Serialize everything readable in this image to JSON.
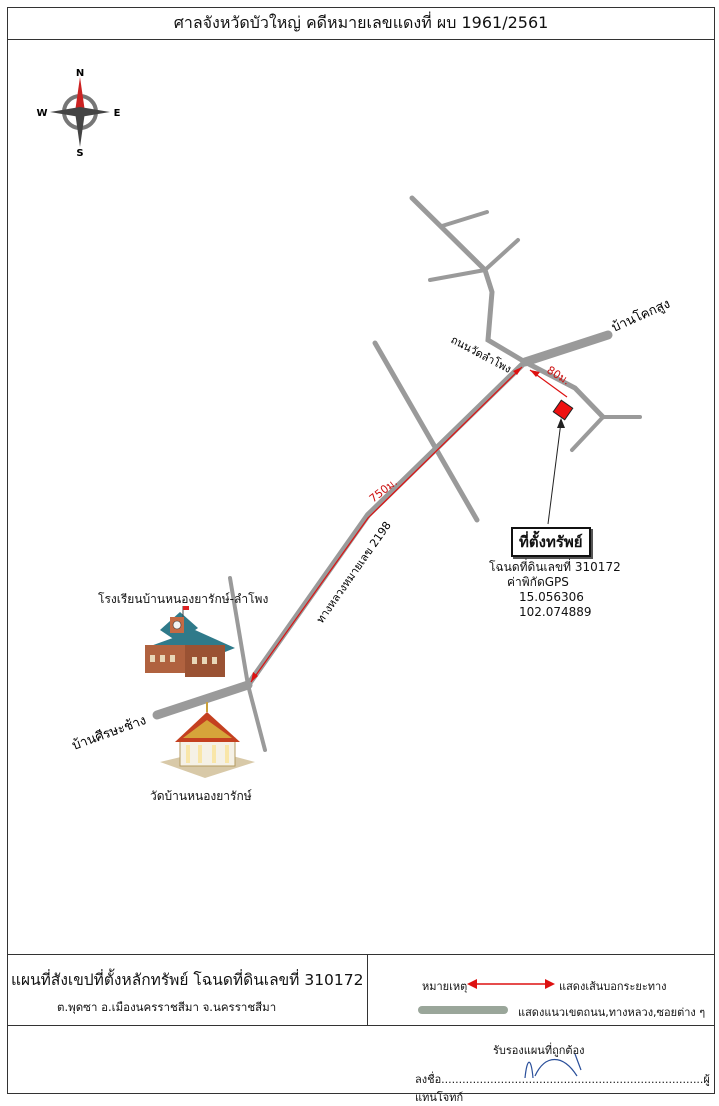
{
  "header": {
    "title": "ศาลจังหวัดบัวใหญ่ คดีหมายเลขแดงที่ ผบ 1961/2561"
  },
  "compass": {
    "n": "N",
    "s": "S",
    "e": "E",
    "w": "W",
    "accent": "#cc2222"
  },
  "map": {
    "road_color": "#9a9a9a",
    "route_color": "#dd1111",
    "labels": {
      "road_wat": "ถนนวัดลำโพง",
      "ban_khok_sung": "บ้านโคกสูง",
      "distance_80": "80ม.",
      "distance_750": "750ม.",
      "highway": "ทางหลวงหมายเลข 2198",
      "ban_si_rat": "บ้านศีรษะช้าง",
      "school": "โรงเรียนบ้านหนองยารักษ์-ลำโพง",
      "temple": "วัดบ้านหนองยารักษ์"
    },
    "asset": {
      "title": "ที่ตั้งทรัพย์",
      "deed": "โฉนดที่ดินเลขที่ 310172",
      "gps_label": "ค่าพิกัดGPS",
      "lat": "15.056306",
      "lon": "102.074889"
    }
  },
  "footer": {
    "plan_title": "แผนที่สังเขปที่ตั้งหลักทรัพย์ โฉนดที่ดินเลขที่ 310172",
    "plan_sub": "ต.พุดซา  อ.เมืองนครราชสีมา  จ.นครราชสีมา",
    "legend_label": "หมายเหตุ",
    "legend_arrow": "แสดงเส้นบอกระยะทาง",
    "legend_road": "แสดงแนวเขตถนน,ทางหลวง,ซอยต่าง ๆ"
  },
  "signature": {
    "certify": "รับรองแผนที่ถูกต้อง",
    "sign_line": "ลงชื่อ...........................................................................ผู้แทนโจทก์"
  }
}
